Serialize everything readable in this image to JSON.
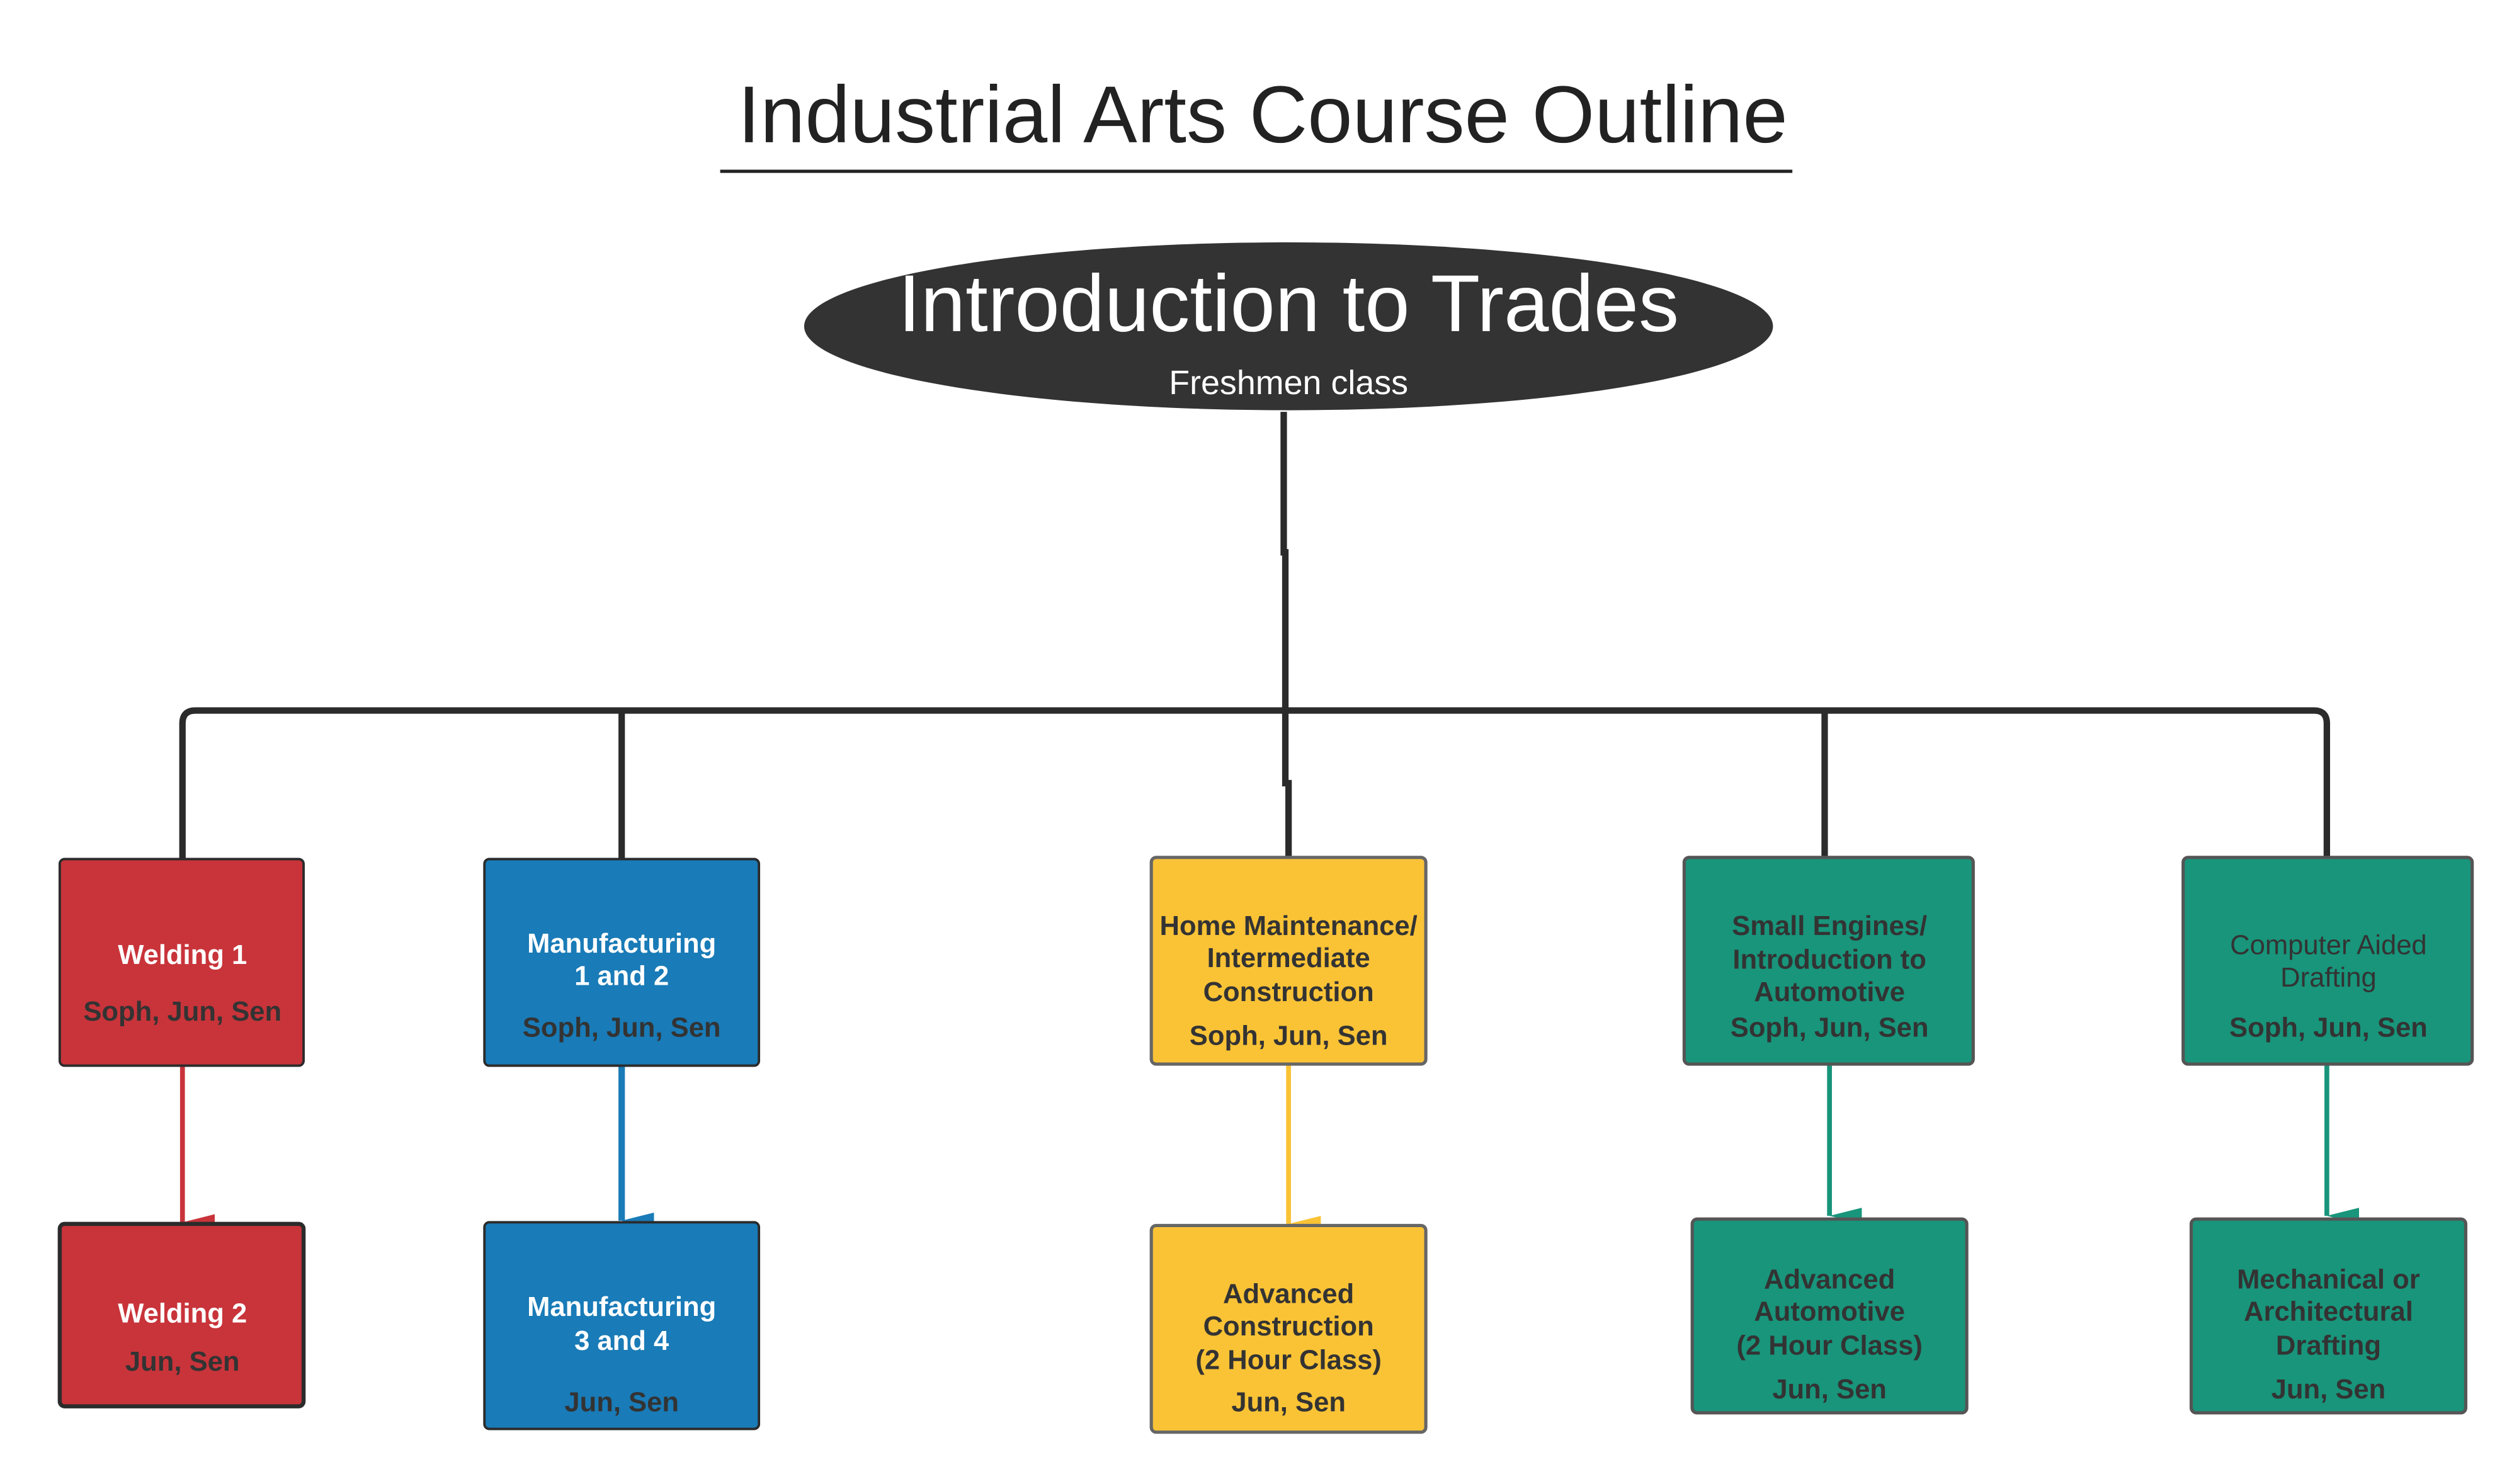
{
  "title": "Industrial Arts Course Outline",
  "root": {
    "title": "Introduction to Trades",
    "subtitle": "Freshmen class"
  },
  "colors": {
    "welding": "#C8343A",
    "manufacturing": "#197BB7",
    "construction": "#FAC336",
    "automotive": "#18957B",
    "drafting": "#18957B",
    "dark": "#333333"
  },
  "courses": {
    "welding1": {
      "lines": [
        "Welding 1"
      ],
      "grades": "Soph, Jun, Sen"
    },
    "welding2": {
      "lines": [
        "Welding 2"
      ],
      "grades": "Jun, Sen"
    },
    "manufacturing1": {
      "lines": [
        "Manufacturing",
        "1 and 2"
      ],
      "grades": "Soph, Jun, Sen"
    },
    "manufacturing2": {
      "lines": [
        "Manufacturing",
        "3 and 4"
      ],
      "grades": "Jun, Sen"
    },
    "home": {
      "lines": [
        "Home Maintenance/",
        "Intermediate",
        "Construction"
      ],
      "grades": "Soph, Jun, Sen"
    },
    "advconstruction": {
      "lines": [
        "Advanced",
        "Construction",
        "(2 Hour Class)"
      ],
      "grades": "Jun, Sen"
    },
    "smallengines": {
      "lines": [
        "Small Engines/",
        "Introduction to",
        "Automotive"
      ],
      "grades": "Soph, Jun, Sen"
    },
    "advautomotive": {
      "lines": [
        "Advanced",
        "Automotive",
        "(2 Hour Class)"
      ],
      "grades": "Jun, Sen"
    },
    "cad": {
      "lines": [
        "Computer Aided",
        "Drafting"
      ],
      "grades": "Soph, Jun, Sen"
    },
    "mechdrafting": {
      "lines": [
        "Mechanical or",
        "Architectural",
        "Drafting"
      ],
      "grades": "Jun, Sen"
    }
  }
}
